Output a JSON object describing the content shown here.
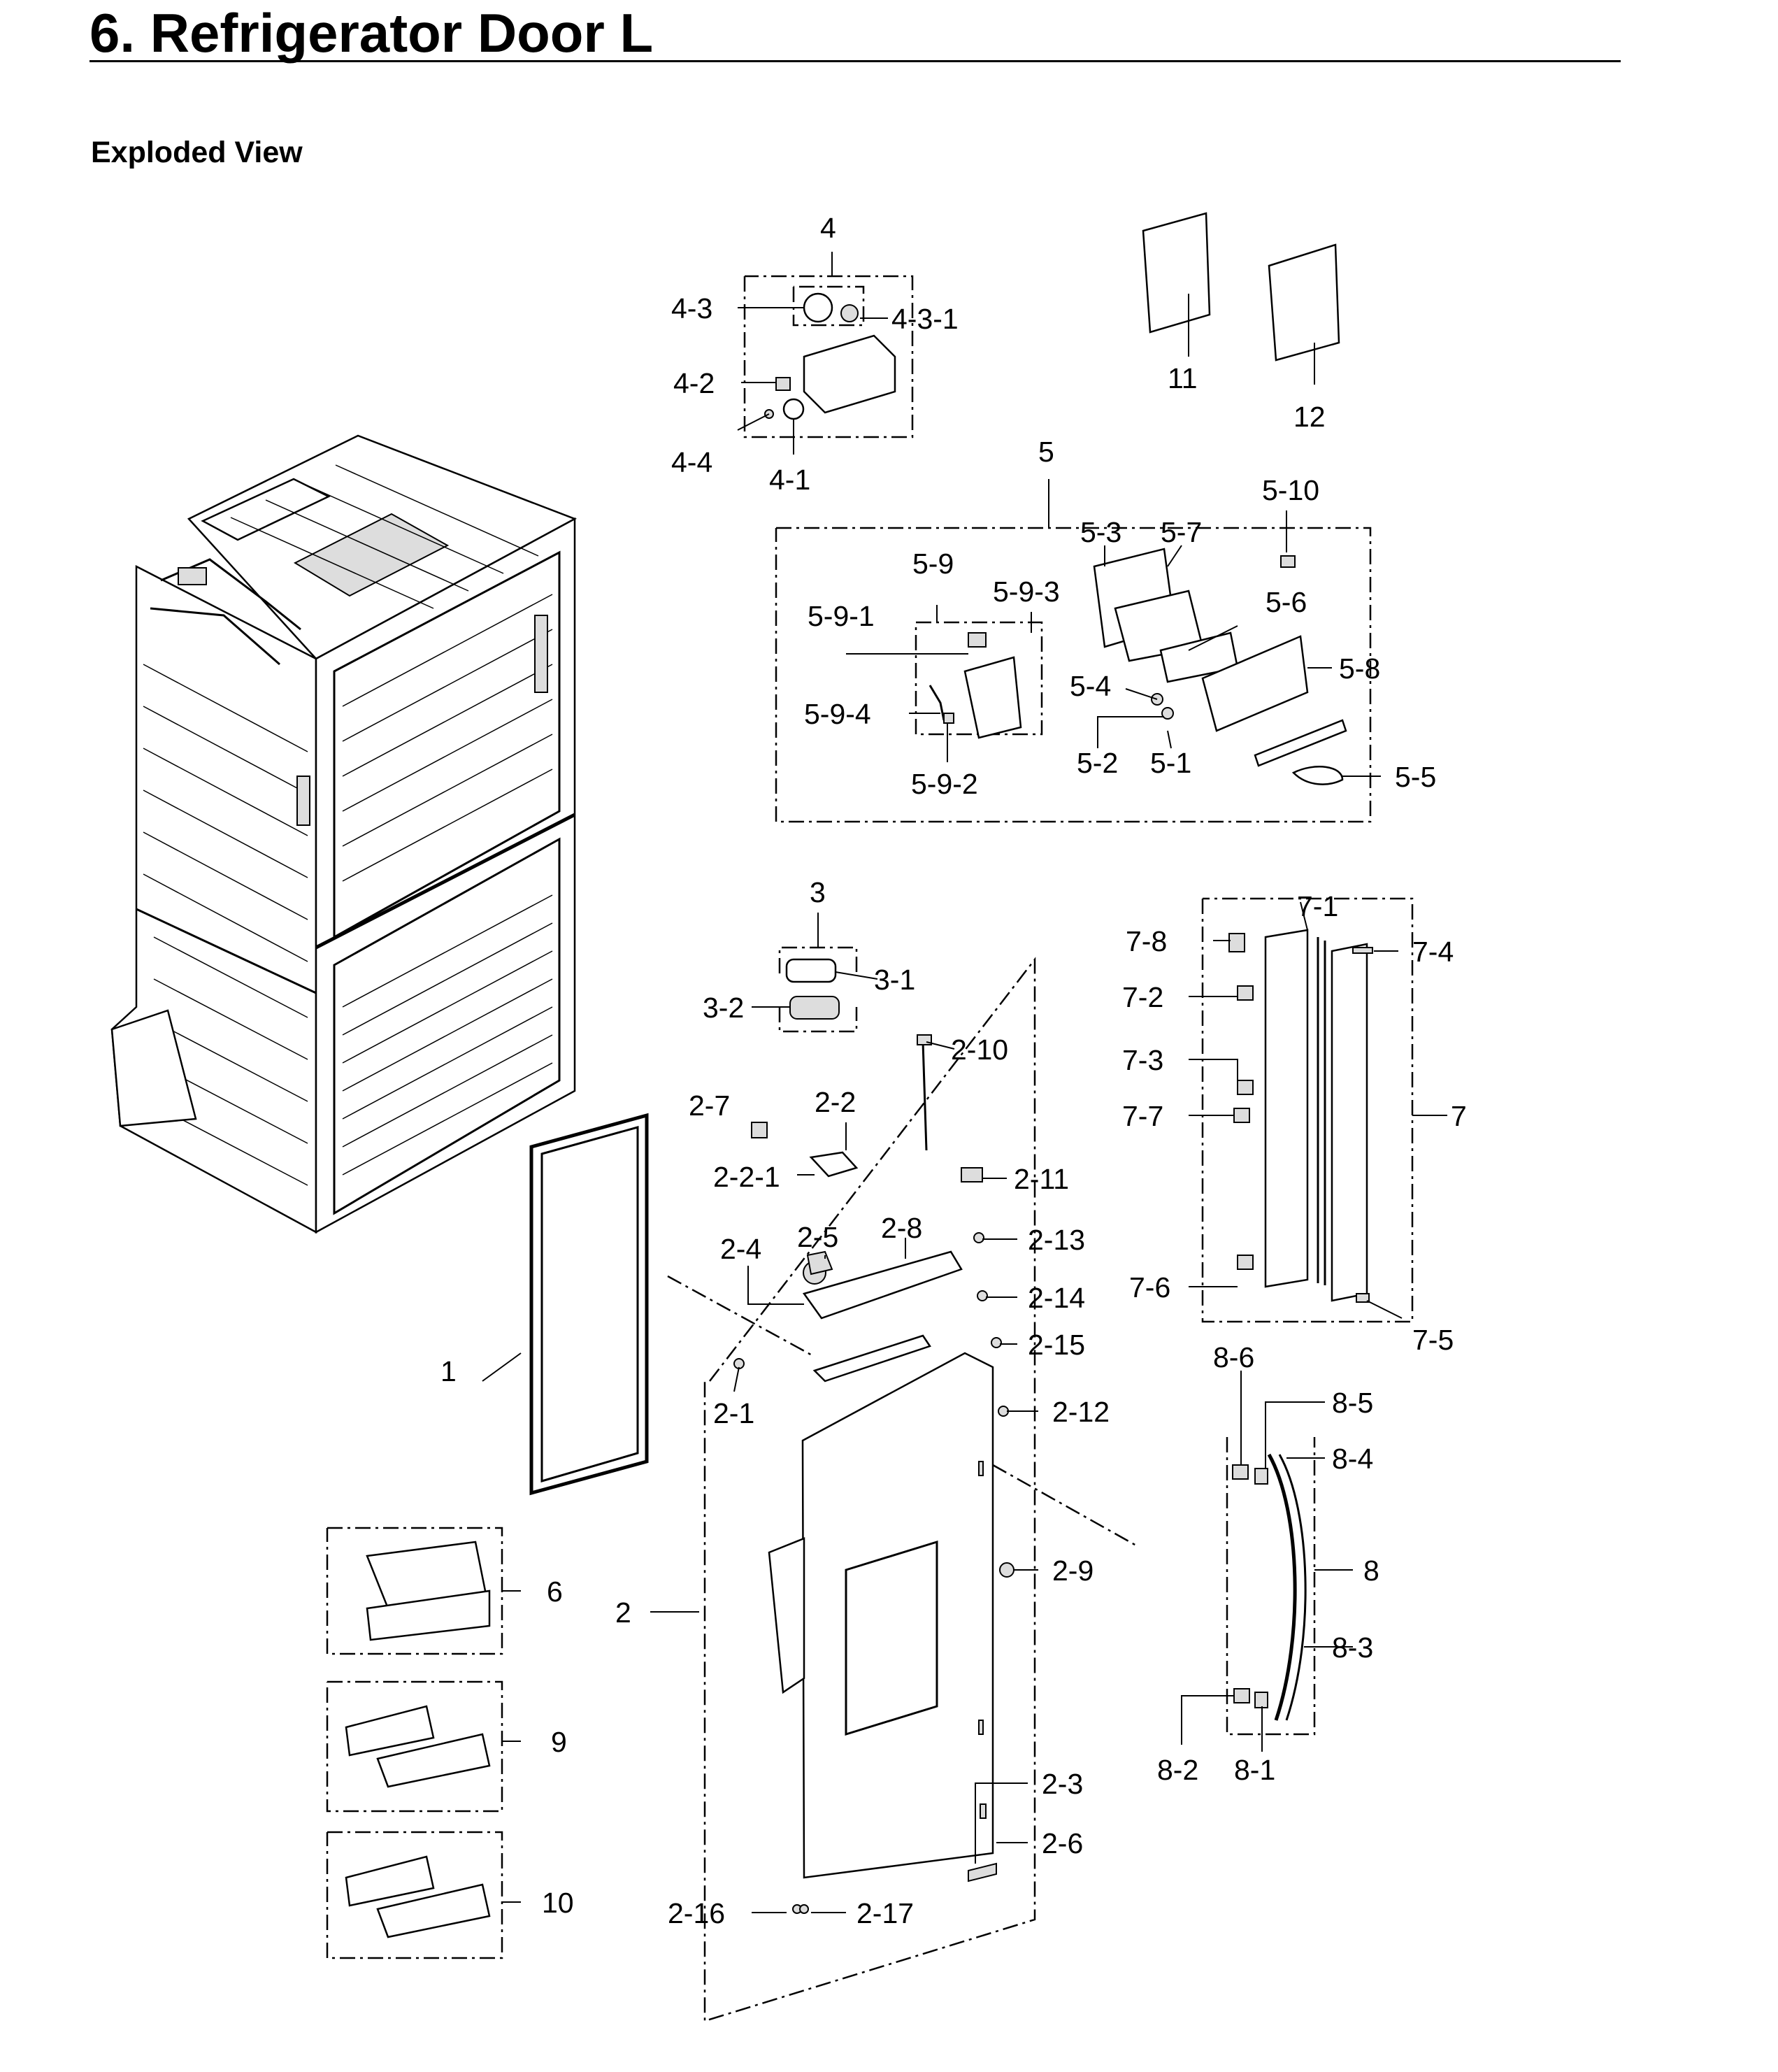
{
  "page": {
    "title": "6.  Refrigerator Door L",
    "subtitle": "Exploded View"
  },
  "callouts": [
    {
      "id": "4",
      "label": "4"
    },
    {
      "id": "4-3",
      "label": "4-3"
    },
    {
      "id": "4-3-1",
      "label": "4-3-1"
    },
    {
      "id": "4-2",
      "label": "4-2"
    },
    {
      "id": "4-4",
      "label": "4-4"
    },
    {
      "id": "4-1",
      "label": "4-1"
    },
    {
      "id": "11",
      "label": "11"
    },
    {
      "id": "12",
      "label": "12"
    },
    {
      "id": "5",
      "label": "5"
    },
    {
      "id": "5-10",
      "label": "5-10"
    },
    {
      "id": "5-3",
      "label": "5-3"
    },
    {
      "id": "5-7",
      "label": "5-7"
    },
    {
      "id": "5-9",
      "label": "5-9"
    },
    {
      "id": "5-9-3",
      "label": "5-9-3"
    },
    {
      "id": "5-9-1",
      "label": "5-9-1"
    },
    {
      "id": "5-6",
      "label": "5-6"
    },
    {
      "id": "5-8",
      "label": "5-8"
    },
    {
      "id": "5-4",
      "label": "5-4"
    },
    {
      "id": "5-9-4",
      "label": "5-9-4"
    },
    {
      "id": "5-2",
      "label": "5-2"
    },
    {
      "id": "5-1",
      "label": "5-1"
    },
    {
      "id": "5-9-2",
      "label": "5-9-2"
    },
    {
      "id": "5-5",
      "label": "5-5"
    },
    {
      "id": "3",
      "label": "3"
    },
    {
      "id": "3-1",
      "label": "3-1"
    },
    {
      "id": "3-2",
      "label": "3-2"
    },
    {
      "id": "2-10",
      "label": "2-10"
    },
    {
      "id": "2-7",
      "label": "2-7"
    },
    {
      "id": "2-2",
      "label": "2-2"
    },
    {
      "id": "2-2-1",
      "label": "2-2-1"
    },
    {
      "id": "2-11",
      "label": "2-11"
    },
    {
      "id": "2-5",
      "label": "2-5"
    },
    {
      "id": "2-8",
      "label": "2-8"
    },
    {
      "id": "2-4",
      "label": "2-4"
    },
    {
      "id": "2-13",
      "label": "2-13"
    },
    {
      "id": "2-14",
      "label": "2-14"
    },
    {
      "id": "2-15",
      "label": "2-15"
    },
    {
      "id": "2-1",
      "label": "2-1"
    },
    {
      "id": "2-12",
      "label": "2-12"
    },
    {
      "id": "2-9",
      "label": "2-9"
    },
    {
      "id": "2",
      "label": "2"
    },
    {
      "id": "2-3",
      "label": "2-3"
    },
    {
      "id": "2-6",
      "label": "2-6"
    },
    {
      "id": "2-16",
      "label": "2-16"
    },
    {
      "id": "2-17",
      "label": "2-17"
    },
    {
      "id": "1",
      "label": "1"
    },
    {
      "id": "6",
      "label": "6"
    },
    {
      "id": "9",
      "label": "9"
    },
    {
      "id": "10",
      "label": "10"
    },
    {
      "id": "7-1",
      "label": "7-1"
    },
    {
      "id": "7-8",
      "label": "7-8"
    },
    {
      "id": "7-4",
      "label": "7-4"
    },
    {
      "id": "7-2",
      "label": "7-2"
    },
    {
      "id": "7-3",
      "label": "7-3"
    },
    {
      "id": "7-7",
      "label": "7-7"
    },
    {
      "id": "7",
      "label": "7"
    },
    {
      "id": "7-6",
      "label": "7-6"
    },
    {
      "id": "7-5",
      "label": "7-5"
    },
    {
      "id": "8-6",
      "label": "8-6"
    },
    {
      "id": "8-5",
      "label": "8-5"
    },
    {
      "id": "8-4",
      "label": "8-4"
    },
    {
      "id": "8",
      "label": "8"
    },
    {
      "id": "8-3",
      "label": "8-3"
    },
    {
      "id": "8-2",
      "label": "8-2"
    },
    {
      "id": "8-1",
      "label": "8-1"
    }
  ]
}
